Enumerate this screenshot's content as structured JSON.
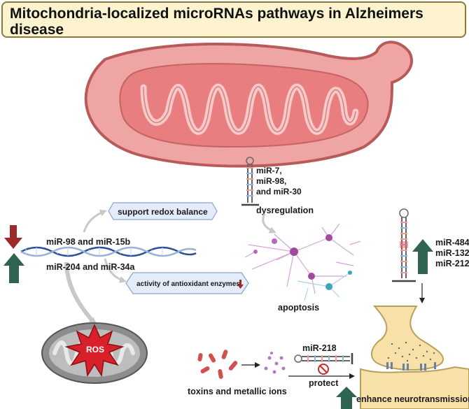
{
  "title": "Mitochondria-localized microRNAs pathways in Alzheimers disease",
  "labels": {
    "mir_dysreg_1": "miR-7,",
    "mir_dysreg_2": "miR-98,",
    "mir_dysreg_3": "and miR-30",
    "dysregulation": "dysregulation",
    "apoptosis": "apoptosis",
    "support_redox": "support redox balance",
    "mir_down": "miR-98 and miR-15b",
    "mir_up": "miR-204 and miR-34a",
    "antioxidant": "activity of antioxidant enzymes",
    "ros": "ROS",
    "mir_synapse_1": "miR-484,",
    "mir_synapse_2": "miR-132,",
    "mir_synapse_3": "miR-212",
    "mir_218": "miR-218",
    "protect": "protect",
    "toxins": "toxins and metallic ions",
    "enhance": "enhance neurotransmission"
  },
  "colors": {
    "mito_fill": "#f0a5a5",
    "mito_outline": "#b85a5a",
    "title_bg": "#fdf3cf",
    "up_arrow": "#2f6450",
    "down_arrow": "#9b2b2b",
    "ros_star": "#d7202a",
    "synapse": "#f7e1a8",
    "hexagon": "#e4ecfb"
  },
  "icons": {
    "mitochondrion": "mitochondrion-icon",
    "neurons": "neuron-network-icon",
    "synapse": "synapse-icon",
    "dna": "dna-helix-icon",
    "hairpin": "mirna-hairpin-icon"
  }
}
